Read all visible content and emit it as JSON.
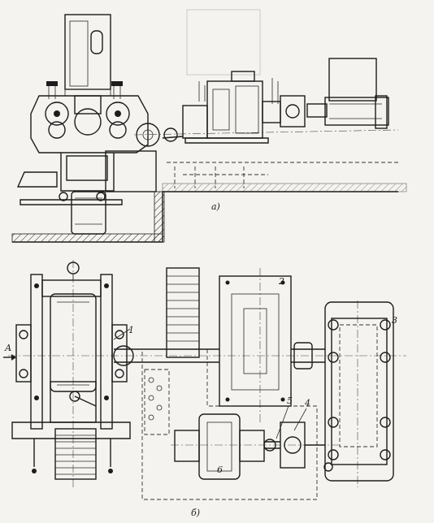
{
  "captions": {
    "top_view": "а)",
    "bottom_view": "б)"
  },
  "callouts": {
    "c1": "1",
    "c2": "2",
    "c3": "3",
    "c4": "4",
    "c5": "5",
    "c6": "6",
    "arrow_a": "А"
  },
  "colors": {
    "ink": "#1c1c1c",
    "paper": "#f4f3ef"
  }
}
